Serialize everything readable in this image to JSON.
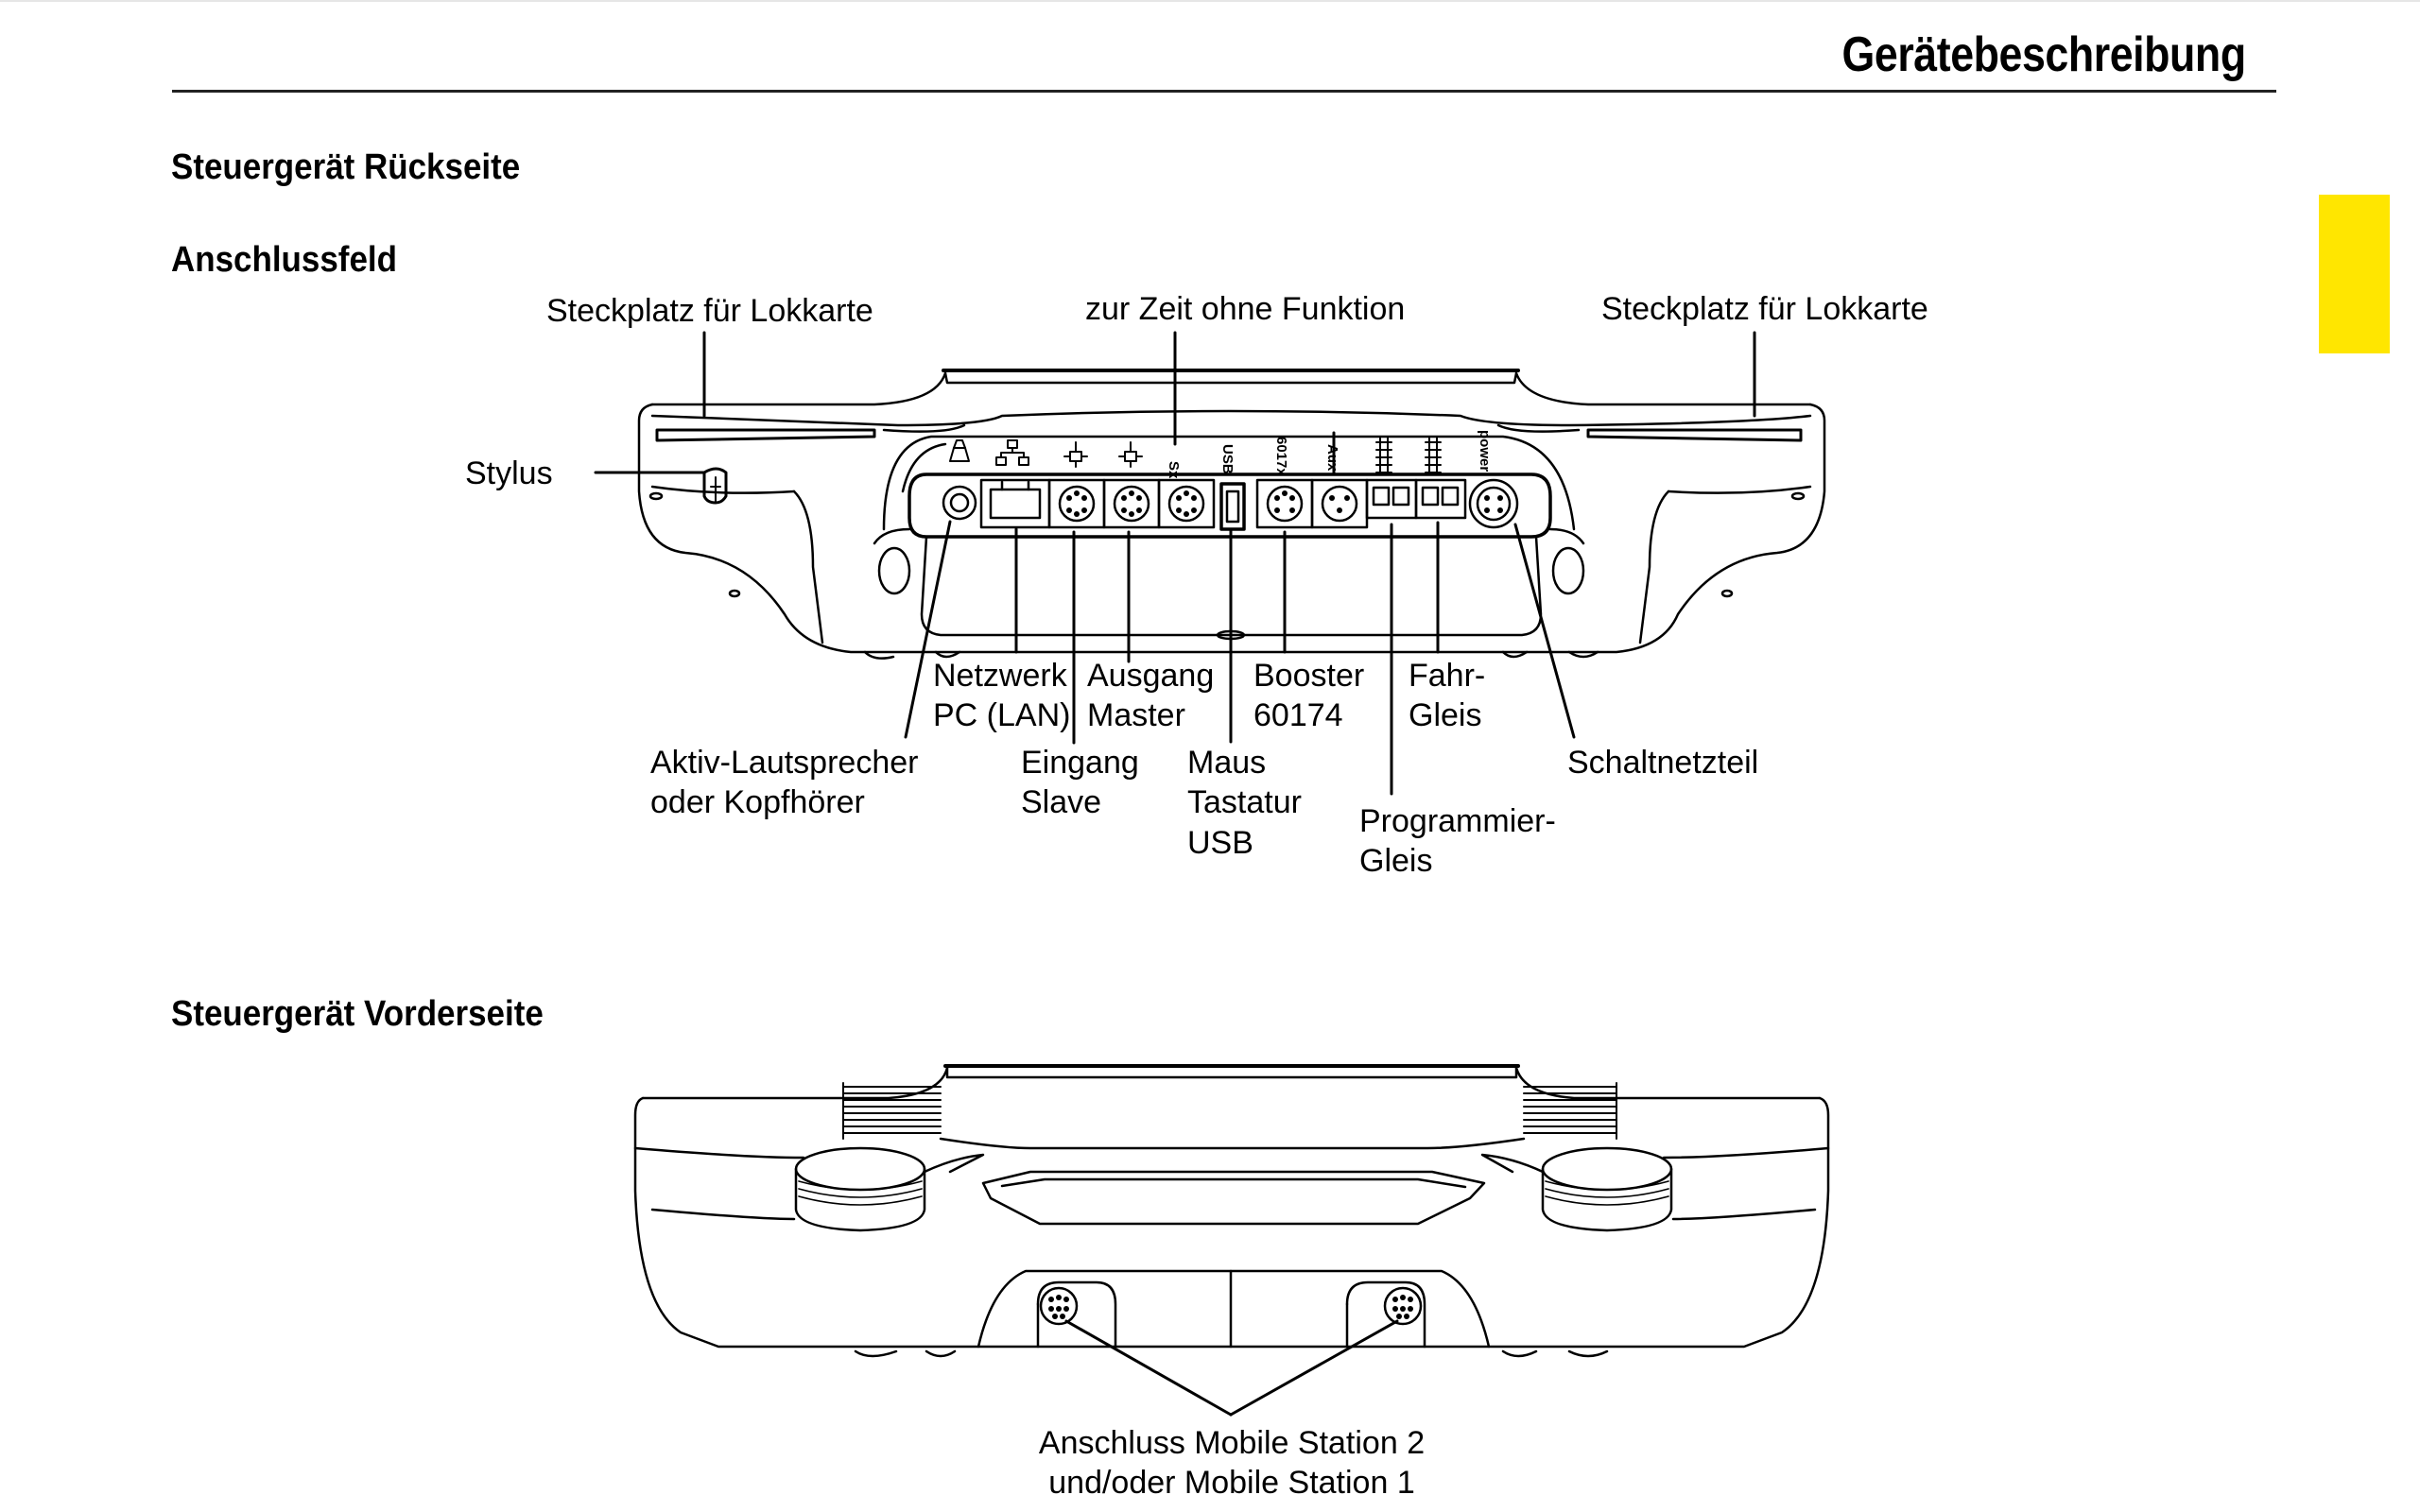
{
  "header": {
    "title": "Gerätebeschreibung"
  },
  "sections": {
    "rear": "Steuergerät Rückseite",
    "panel": "Anschlussfeld",
    "front": "Steuergerät Vorderseite"
  },
  "colors": {
    "tab_marker": "#ffe600",
    "line": "#000000"
  },
  "rear_labels": {
    "slot_left": "Steckplatz für Lokkarte",
    "slot_right": "Steckplatz für Lokkarte",
    "no_function": "zur Zeit ohne Funktion",
    "stylus": "Stylus",
    "network_1": "Netzwerk",
    "network_2": "PC (LAN)",
    "out_1": "Ausgang",
    "out_2": "Master",
    "booster_1": "Booster",
    "booster_2": "60174",
    "track_1": "Fahr-",
    "track_2": "Gleis",
    "speaker_1": "Aktiv-Lautsprecher",
    "speaker_2": "oder Kopfhörer",
    "in_1": "Eingang",
    "in_2": "Slave",
    "mouse_1": "Maus",
    "mouse_2": "Tastatur",
    "mouse_3": "USB",
    "power_supply": "Schaltnetzteil",
    "prog_1": "Programmier-",
    "prog_2": "Gleis"
  },
  "port_markings": {
    "sx": "Sx",
    "usb": "USB",
    "booster": "6017x",
    "aux": "Aux",
    "power": "power"
  },
  "front_labels": {
    "mobile_1": "Anschluss Mobile Station 2",
    "mobile_2": "und/oder Mobile Station 1"
  },
  "icons": [
    "speaker-icon",
    "network-icon",
    "output-icon",
    "input-icon",
    "track-icon",
    "programming-track-icon"
  ]
}
